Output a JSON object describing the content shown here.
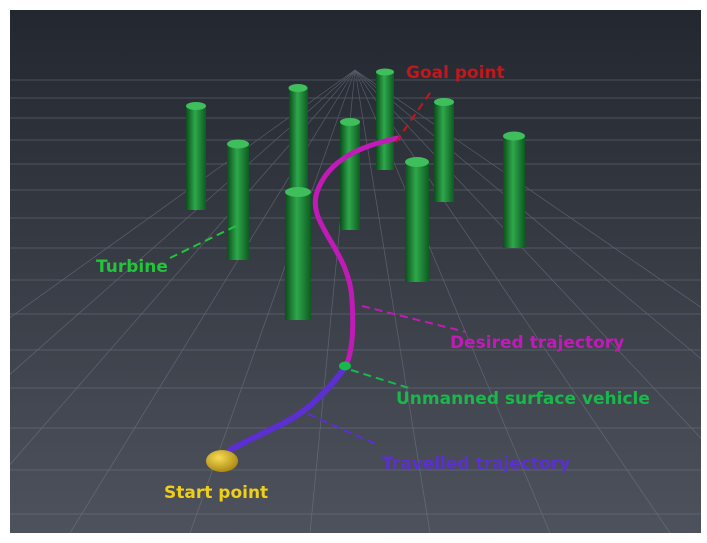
{
  "labels": {
    "goal": "Goal point",
    "turbine": "Turbine",
    "desired": "Desired trajectory",
    "usv": "Unmanned surface vehicle",
    "travelled": "Travelled trajectory",
    "start": "Start point"
  },
  "colors": {
    "background_top": "#2b2f3b",
    "background_bottom": "#4b505a",
    "grid": "#6f7683",
    "turbine": "#1f8f3a",
    "goal_label": "#c0181c",
    "turbine_label": "#22c43a",
    "desired_trajectory": "#c11bb7",
    "usv": "#18b84a",
    "travelled_trajectory": "#5b2fd0",
    "start_label": "#f0cf1a",
    "start_marker": "#c9a512"
  }
}
